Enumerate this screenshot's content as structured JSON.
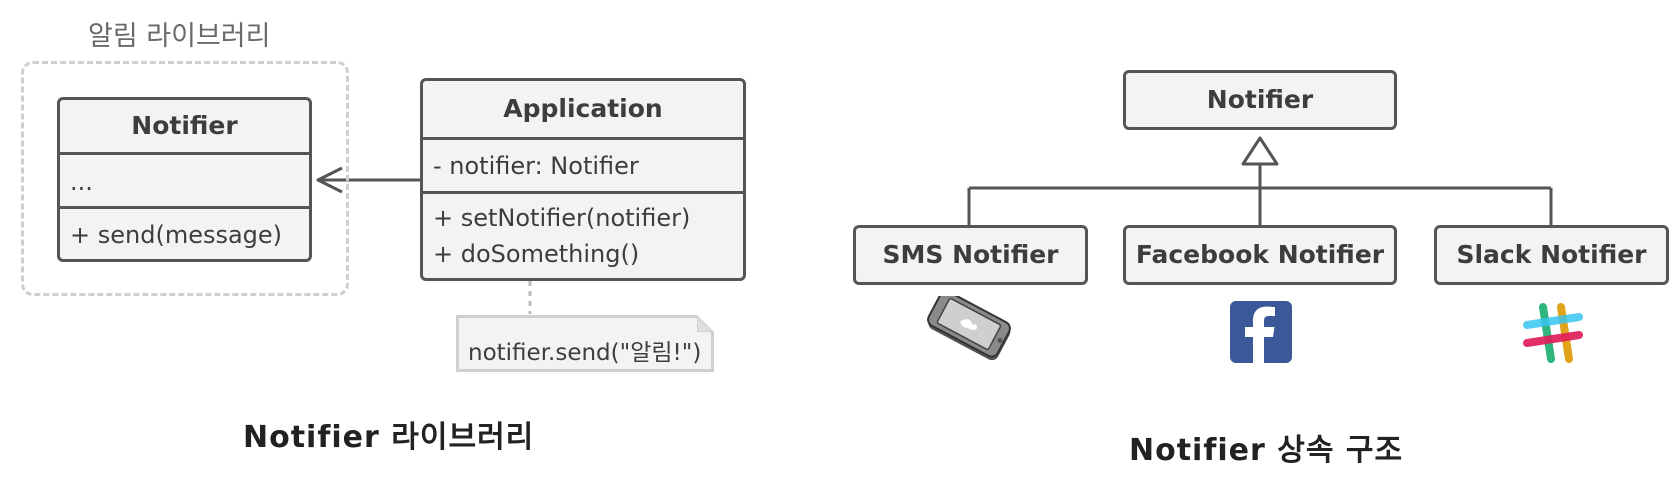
{
  "library_diagram": {
    "group_label": "알림 라이브러리",
    "notifier_class": {
      "name": "Notifier",
      "fields": "...",
      "methods": "+ send(message)"
    },
    "application_class": {
      "name": "Application",
      "fields": "- notifier: Notifier",
      "methods": [
        "+ setNotifier(notifier)",
        "+ doSomething()"
      ]
    },
    "note": "notifier.send(\"알림!\")",
    "caption": "Notifier 라이브러리"
  },
  "inheritance_diagram": {
    "base_class": "Notifier",
    "subclasses": [
      {
        "name": "SMS Notifier",
        "icon": "phone-icon"
      },
      {
        "name": "Facebook Notifier",
        "icon": "facebook-icon"
      },
      {
        "name": "Slack Notifier",
        "icon": "slack-icon"
      }
    ],
    "caption": "Notifier 상속 구조"
  },
  "colors": {
    "border": "#555555",
    "box_fill": "#f3f3f3",
    "dashed": "#cfcfcf",
    "facebook_blue": "#3b5998"
  }
}
